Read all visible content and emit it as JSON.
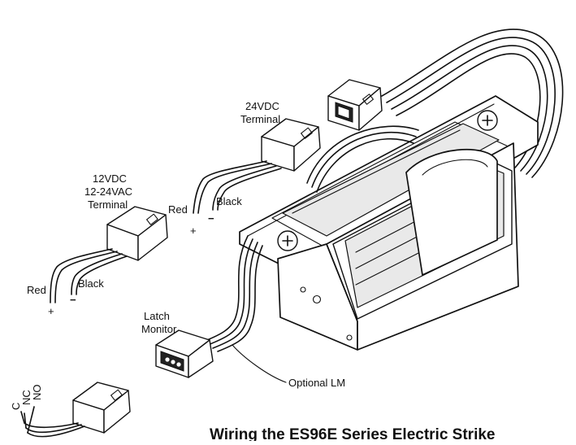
{
  "diagram": {
    "title": "Wiring the ES96E Series Electric Strike",
    "labels": {
      "t24_line1": "24VDC",
      "t24_line2": "Terminal",
      "t12_line1": "12VDC",
      "t12_line2": "12-24VAC",
      "t12_line3": "Terminal",
      "red_24": "Red",
      "black_24": "Black",
      "plus_24": "+",
      "minus_24": "−",
      "red_12": "Red",
      "black_12": "Black",
      "plus_12": "+",
      "minus_12": "−",
      "latch_line1": "Latch",
      "latch_line2": "Monitor",
      "optional_lm": "Optional LM",
      "pin_c": "C",
      "pin_nc": "NC",
      "pin_no": "NO"
    }
  }
}
